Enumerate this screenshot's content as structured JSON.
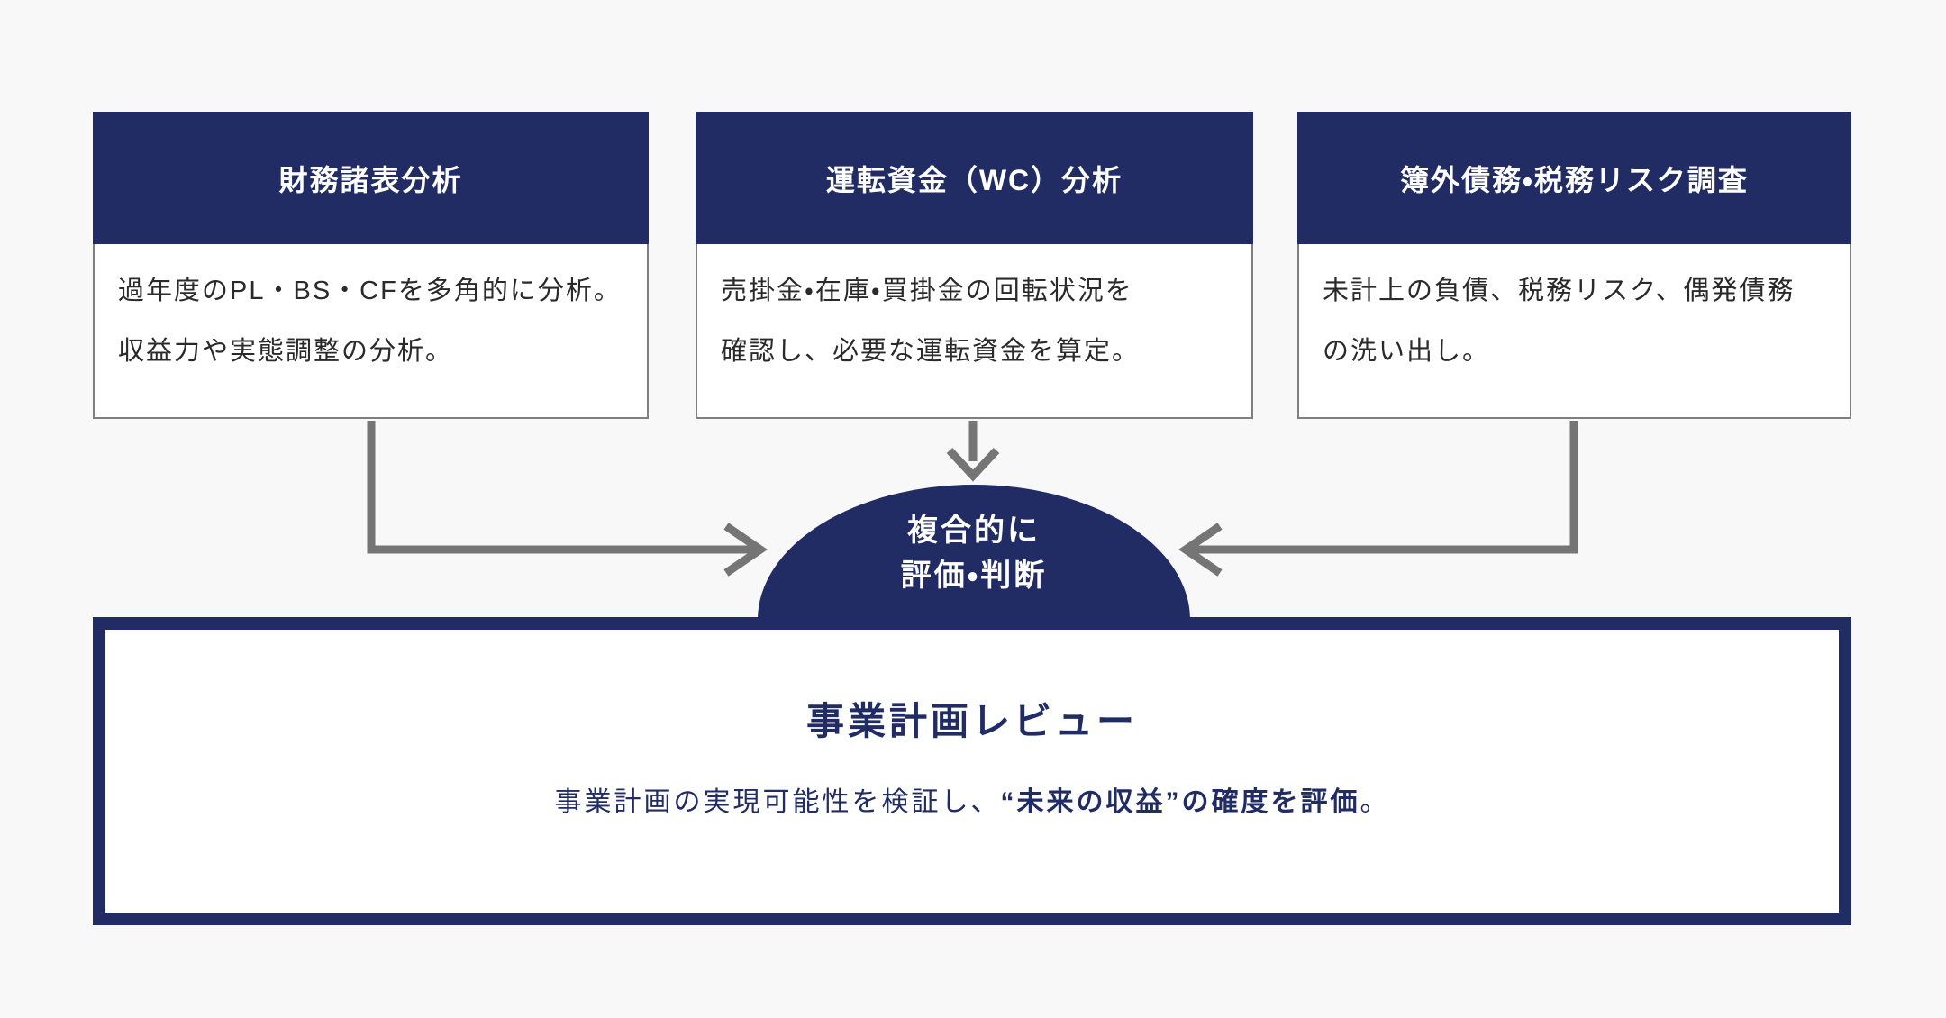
{
  "palette": {
    "background": "#f8f8f8",
    "navy": "#212b64",
    "arrow_gray": "#757575",
    "card_border_gray": "#7f7f7f",
    "body_text": "#2a2a2a",
    "white": "#ffffff"
  },
  "cards": [
    {
      "title": "財務諸表分析",
      "body_lines": [
        "過年度のPL・BS・CFを多角的に分析。",
        "収益力や実態調整の分析。"
      ]
    },
    {
      "title": "運転資金（WC）分析",
      "body_lines": [
        "売掛金・在庫・買掛金の回転状況を",
        "確認し、必要な運転資金を算定。"
      ]
    },
    {
      "title": "簿外債務・税務リスク調査",
      "body_lines": [
        "未計上の負債、税務リスク、偶発債務",
        "の洗い出し。"
      ]
    }
  ],
  "ellipse": {
    "line1": "複合的に",
    "line2": "評価・判断"
  },
  "result_box": {
    "title": "事業計画レビュー",
    "subtitle_regular": "事業計画の実現可能性を検証し、",
    "subtitle_bold": "“未来の収益”の確度を評価",
    "subtitle_suffix": "。"
  }
}
